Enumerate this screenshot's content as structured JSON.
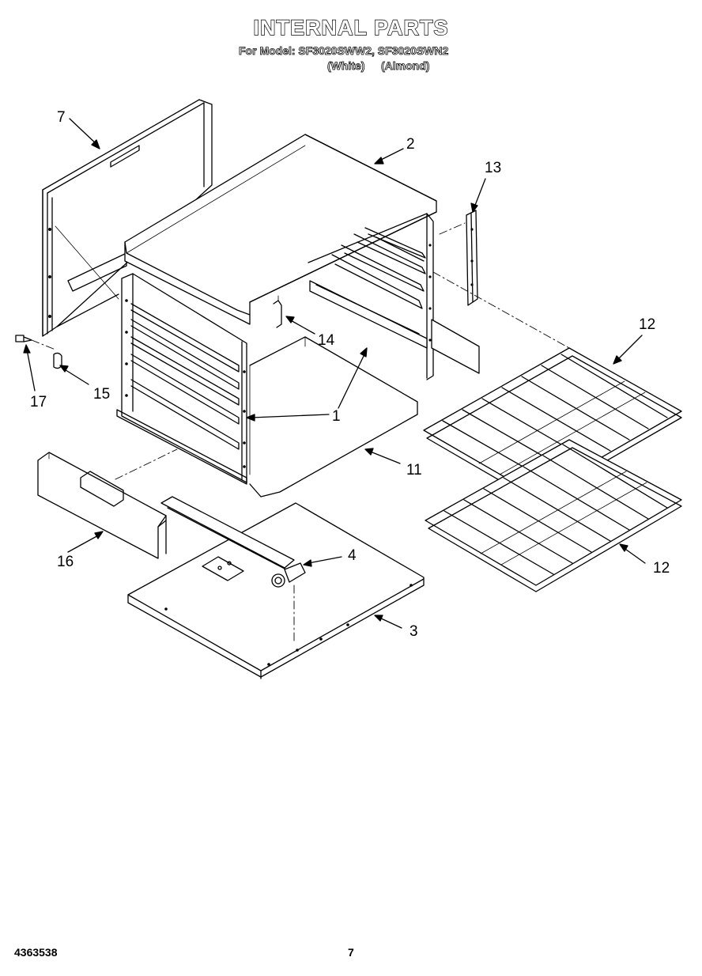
{
  "header": {
    "title": "INTERNAL PARTS",
    "model_line": "For Model: SF3020SWW2, SF3020SWN2",
    "variant_white": "(White)",
    "variant_almond": "(Almond)"
  },
  "callouts": {
    "c7": "7",
    "c2": "2",
    "c13": "13",
    "c12a": "12",
    "c14": "14",
    "c17": "17",
    "c15": "15",
    "c1": "1",
    "c11": "11",
    "c16": "16",
    "c4": "4",
    "c12b": "12",
    "c3": "3"
  },
  "footer": {
    "doc_number": "4363538",
    "page_number": "7"
  }
}
